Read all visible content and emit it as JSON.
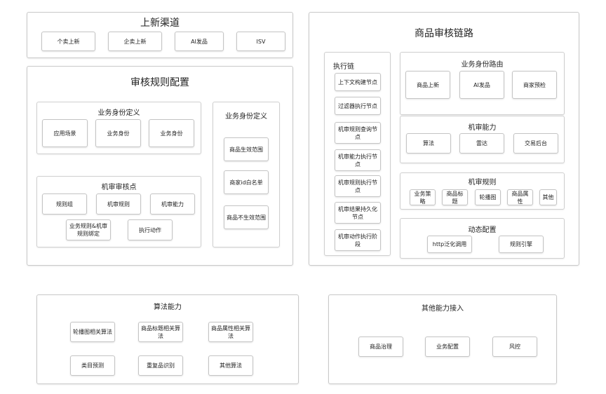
{
  "channels": {
    "title": "上新渠道",
    "items": [
      "个卖上新",
      "企卖上新",
      "AI发品",
      "ISV"
    ]
  },
  "rules_config": {
    "title": "审核规则配置",
    "identity_def": {
      "title": "业务身份定义",
      "items": [
        "应用场景",
        "业务身份",
        "业务身份"
      ]
    },
    "audit_points": {
      "title": "机审审核点",
      "items": [
        "规则组",
        "机审规则",
        "机审能力",
        "业务规则&机审规则绑定",
        "执行动作"
      ]
    },
    "identity_def_right": {
      "title": "业务身份定义",
      "items": [
        "商品生效范围",
        "商家id白名单",
        "商品不生效范围"
      ]
    }
  },
  "audit_chain": {
    "title": "商品审核链路",
    "exec_chain": {
      "title": "执行链",
      "items": [
        "上下文构建节点",
        "过滤器执行节点",
        "机审规则查询节点",
        "机审能力执行节点",
        "机审规则执行节点",
        "机审结果持久化节点",
        "机审动作执行阶段"
      ]
    },
    "routing": {
      "title": "业务身份路由",
      "items": [
        "商品上新",
        "AI发品",
        "商家预检"
      ]
    },
    "capability": {
      "title": "机审能力",
      "items": [
        "算法",
        "雷达",
        "交易后台"
      ]
    },
    "rules": {
      "title": "机审规则",
      "items": [
        "业务策略",
        "商品标题",
        "轮播图",
        "商品属性",
        "其他"
      ]
    },
    "dynamic": {
      "title": "动态配置",
      "items": [
        "http泛化调用",
        "规则引擎"
      ]
    }
  },
  "algorithms": {
    "title": "算法能力",
    "items": [
      "轮播图相关算法",
      "商品标题相关算法",
      "商品属性相关算法",
      "类目预测",
      "重复品识别",
      "其他算法"
    ]
  },
  "other": {
    "title": "其他能力接入",
    "items": [
      "商品治理",
      "业务配置",
      "风控"
    ]
  }
}
